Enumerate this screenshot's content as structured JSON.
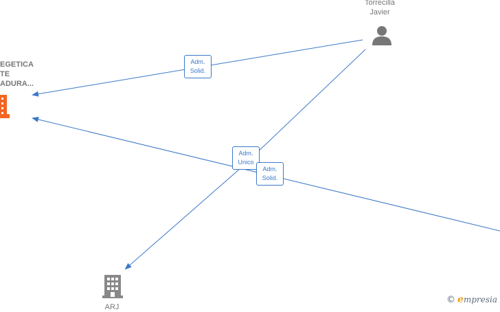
{
  "nodes": {
    "person": {
      "line1": "Torrecilla",
      "line2": "Javier"
    },
    "company_left": {
      "line1": "EGETICA",
      "line2": "TE",
      "line3": "ADURA..."
    },
    "company_bottom": {
      "label": "ARJ"
    }
  },
  "edges": [
    {
      "line1": "Adm.",
      "line2": "Solid."
    },
    {
      "line1": "Adm.",
      "line2": "Unico"
    },
    {
      "line1": "Adm.",
      "line2": "Solid."
    }
  ],
  "colors": {
    "edge": "#3a78c8",
    "company_left": "#f26522",
    "company_bottom": "#888888",
    "person": "#777777"
  },
  "icons": [
    "person-icon",
    "building-icon",
    "arrow-icon",
    "copyright-icon"
  ],
  "brand": {
    "copyright": "©",
    "initial": "e",
    "rest": "mpresia"
  }
}
